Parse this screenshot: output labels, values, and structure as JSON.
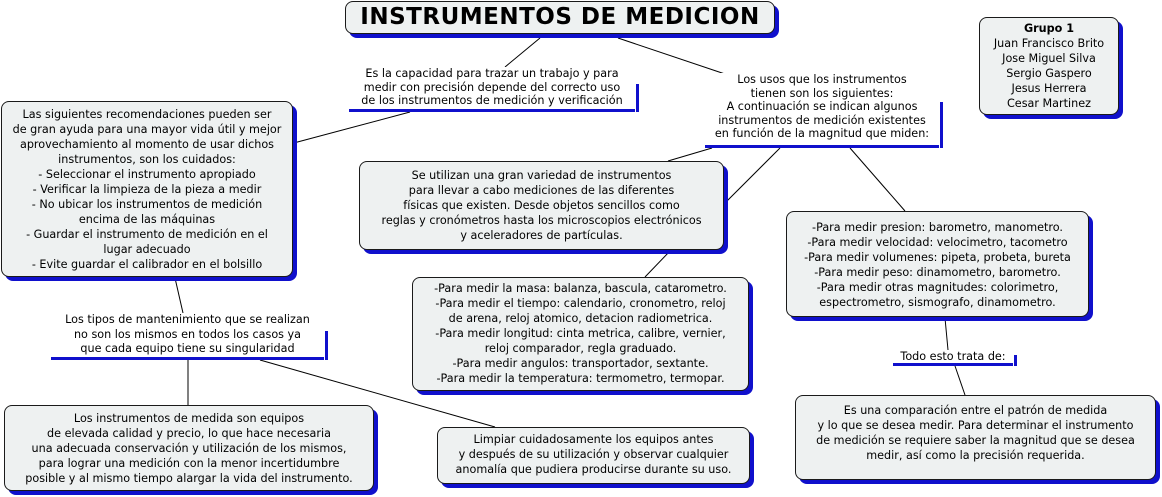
{
  "title": "INSTRUMENTOS DE MEDICION",
  "group": {
    "title": "Grupo 1",
    "members": [
      "Juan Francisco Brito",
      "Jose Miguel Silva",
      "Sergio Gaspero",
      "Jesus Herrera",
      "Cesar Martinez"
    ]
  },
  "definition": [
    "Es la capacidad para trazar un trabajo y para",
    "medir con precisión depende del correcto uso",
    "de los instrumentos de medición y verificación"
  ],
  "uses_intro": [
    "Los usos que los instrumentos",
    "tienen son los siguientes:",
    "A continuación se indican algunos",
    "instrumentos de medición existentes",
    "en función de la magnitud que miden:"
  ],
  "recommendations": [
    "Las siguientes recomendaciones pueden ser",
    "de gran ayuda para una mayor vida útil y mejor",
    "aprovechamiento al momento de usar dichos",
    "instrumentos, son los cuidados:",
    "- Seleccionar el instrumento apropiado",
    "- Verificar la limpieza de la pieza a medir",
    "- No ubicar los instrumentos de medición",
    "encima de las máquinas",
    "- Guardar el instrumento de medición en el",
    "lugar adecuado",
    "- Evite guardar el calibrador en el bolsillo"
  ],
  "variety": [
    "Se utilizan una gran variedad de instrumentos",
    "para llevar a cabo mediciones de las diferentes",
    "físicas que existen. Desde objetos sencillos como",
    "reglas y cronómetros hasta los microscopios electrónicos",
    "y aceleradores de partículas."
  ],
  "measures_left": [
    "-Para medir la masa: balanza, bascula, catarometro.",
    "-Para medir el tiempo: calendario, cronometro, reloj",
    "de arena, reloj atomico, detacion radiometrica.",
    "-Para medir longitud: cinta metrica, calibre, vernier,",
    "reloj comparador, regla graduado.",
    "-Para medir angulos: transportador, sextante.",
    "-Para medir la temperatura: termometro, termopar."
  ],
  "measures_right": [
    "-Para medir presion: barometro, manometro.",
    "-Para medir velocidad: velocimetro, tacometro",
    "-Para medir volumenes: pipeta, probeta, bureta",
    "-Para medir peso: dinamometro, barometro.",
    "-Para medir otras magnitudes: colorimetro,",
    "espectrometro, sismografo, dinamometro."
  ],
  "maintenance": [
    "Los tipos de mantenimiento que se realizan",
    "no son los mismos en todos los casos ya",
    "que cada equipo tiene su singularidad"
  ],
  "summary_label": "Todo esto trata de:",
  "comparison": [
    "Es una comparación entre el patrón de medida",
    "y lo que se desea medir. Para determinar el instrumento",
    "de medición se requiere saber la magnitud que se desea",
    "medir, así como la precisión requerida."
  ],
  "equipment": [
    "Los instrumentos de medida son equipos",
    "de elevada calidad y precio, lo que hace necesaria",
    "una adecuada conservación y utilización de los mismos,",
    "para lograr una medición con la menor incertidumbre",
    "posible y al mismo tiempo alargar la vida del instrumento."
  ],
  "cleaning": [
    "Limpiar cuidadosamente los equipos antes",
    "y después de su utilización y observar cualquier",
    "anomalía que pudiera producirse durante su uso."
  ],
  "colors": {
    "shadow": "#1010cc",
    "box_fill": "#eef1f1",
    "line": "#000000"
  }
}
